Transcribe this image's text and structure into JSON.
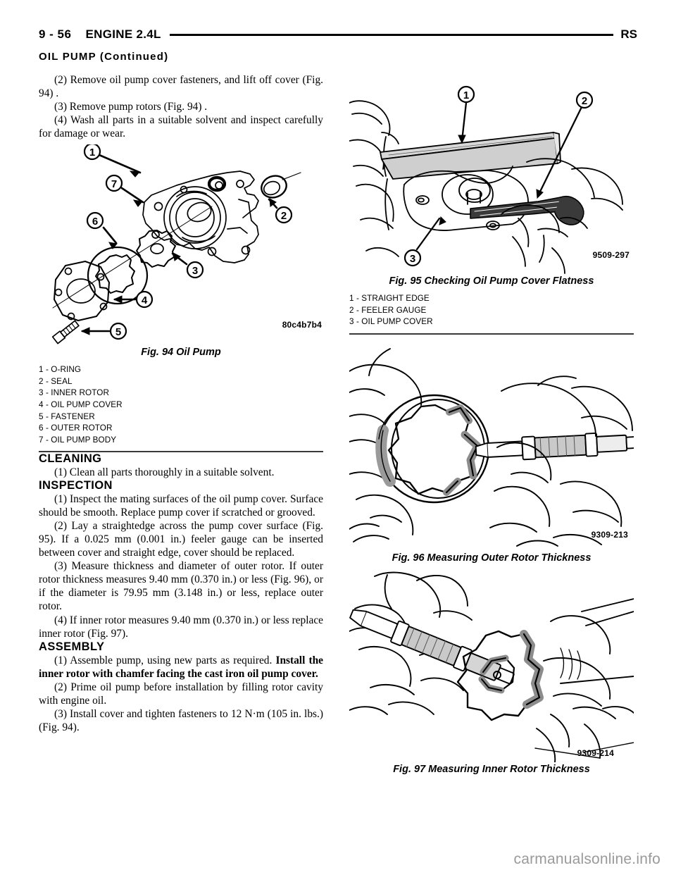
{
  "header": {
    "folio": "9 - 56",
    "title": "ENGINE 2.4L",
    "code": "RS",
    "section_continued": "OIL PUMP (Continued)"
  },
  "left_column": {
    "steps_removal": [
      "(2)   Remove oil pump cover fasteners, and lift off cover (Fig. 94) .",
      "(3)   Remove pump rotors (Fig. 94) .",
      "(4)   Wash all parts in a suitable solvent and inspect carefully for damage or wear."
    ],
    "cleaning": {
      "heading": "CLEANING",
      "steps": [
        "(1)   Clean all parts thoroughly in a suitable solvent."
      ]
    },
    "inspection": {
      "heading": "INSPECTION",
      "steps": [
        "(1)   Inspect the mating surfaces of the oil pump cover. Surface should be smooth. Replace pump cover if scratched or grooved.",
        "(2)   Lay a straightedge across the pump cover surface (Fig. 95). If a 0.025 mm (0.001 in.) feeler gauge can be inserted between cover and straight edge, cover should be replaced.",
        "(3)   Measure thickness and diameter of outer rotor. If outer rotor thickness measures 9.40 mm (0.370 in.) or less (Fig. 96), or if the diameter is 79.95 mm (3.148 in.) or less, replace outer rotor.",
        "(4)   If inner rotor measures 9.40 mm (0.370 in.) or less replace inner rotor (Fig. 97)."
      ]
    },
    "assembly": {
      "heading": "ASSEMBLY",
      "step1_plain": "(1)   Assemble pump, using new parts as required. ",
      "step1_bold": "Install the inner rotor with chamfer facing the cast iron oil pump cover.",
      "step2": "(2)   Prime oil pump before installation by filling rotor cavity with engine oil.",
      "step3": "(3)   Install cover and tighten fasteners to 12 N·m (105 in. lbs.) (Fig. 94)."
    }
  },
  "figures": {
    "fig94": {
      "caption": "Fig. 94 Oil Pump",
      "art_id": "80c4b7b4",
      "callouts": [
        "1",
        "2",
        "3",
        "4",
        "5",
        "6",
        "7"
      ],
      "legend": [
        "1 - O-RING",
        "2 - SEAL",
        "3 - INNER ROTOR",
        "4 - OIL PUMP COVER",
        "5 - FASTENER",
        "6 - OUTER ROTOR",
        "7 - OIL PUMP BODY"
      ]
    },
    "fig95": {
      "caption": "Fig. 95 Checking Oil Pump Cover Flatness",
      "art_id": "9509-297",
      "callouts": [
        "1",
        "2",
        "3"
      ],
      "legend": [
        "1 - STRAIGHT EDGE",
        "2 - FEELER GAUGE",
        "3 - OIL PUMP COVER"
      ]
    },
    "fig96": {
      "caption": "Fig. 96 Measuring Outer Rotor Thickness",
      "art_id": "9309-213"
    },
    "fig97": {
      "caption": "Fig. 97 Measuring Inner Rotor Thickness",
      "art_id": "9309-214"
    }
  },
  "watermark": "carmanualsonline.info"
}
